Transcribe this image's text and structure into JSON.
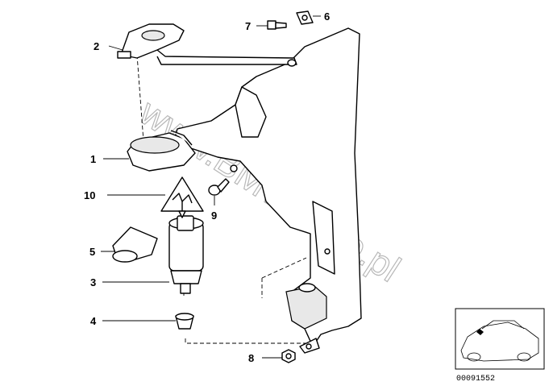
{
  "callouts": [
    {
      "id": "1",
      "label": "1"
    },
    {
      "id": "2",
      "label": "2"
    },
    {
      "id": "3",
      "label": "3"
    },
    {
      "id": "4",
      "label": "4"
    },
    {
      "id": "5",
      "label": "5"
    },
    {
      "id": "6",
      "label": "6"
    },
    {
      "id": "7",
      "label": "7"
    },
    {
      "id": "8",
      "label": "8"
    },
    {
      "id": "9",
      "label": "9"
    },
    {
      "id": "10",
      "label": "10"
    }
  ],
  "watermark": "www.BMWstore.pl",
  "reference_number": "00091552"
}
